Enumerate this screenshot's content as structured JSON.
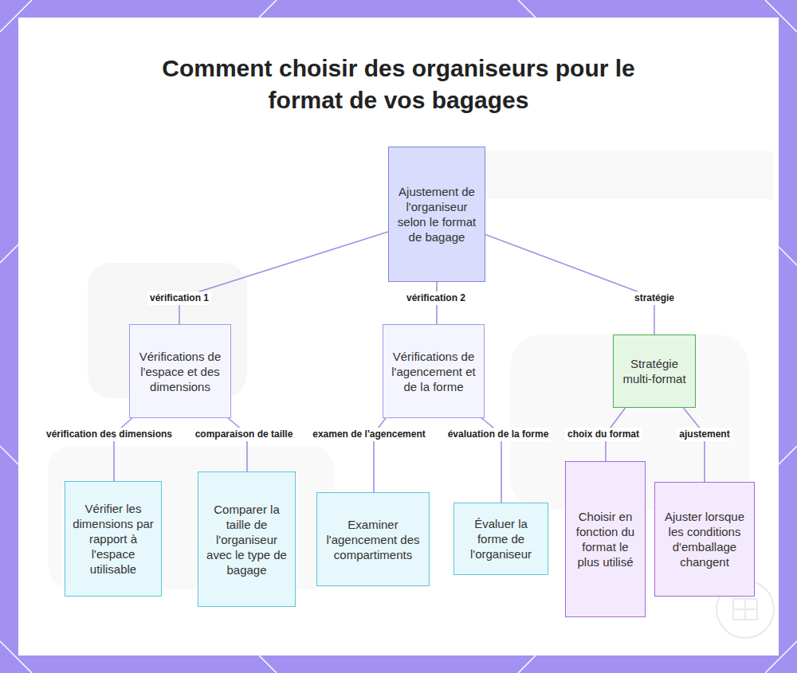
{
  "diagram": {
    "title": "Comment choisir des organiseurs pour le format de vos bagages",
    "nodes": [
      {
        "text": [
          "Ajustement de l'organiseur selon le format de bagage"
        ]
      },
      {
        "text": [
          "Vérifications de l'espace et des dimensions"
        ]
      },
      {
        "text": [
          "Vérifications de l'agencement et de la forme"
        ]
      },
      {
        "text": [
          "Stratégie multi-format"
        ]
      },
      {
        "text": [
          "Vérifier les dimensions par rapport à l'espace utilisable"
        ]
      },
      {
        "text": [
          "Comparer la taille de l'organiseur avec le type de bagage"
        ]
      },
      {
        "text": [
          "Examiner l'agencement des compartiments"
        ]
      },
      {
        "text": [
          "Évaluer la forme de l'organiseur"
        ]
      },
      {
        "text": [
          "Choisir en fonction du format le plus utilisé"
        ]
      },
      {
        "text": [
          "Ajuster lorsque les conditions d'emballage changent"
        ]
      }
    ],
    "edges": [
      {
        "from": 0,
        "to": 1,
        "label": "vérification 1",
        "arrow": "none"
      },
      {
        "from": 0,
        "to": 2,
        "label": "vérification 2",
        "arrow": "none"
      },
      {
        "from": 0,
        "to": 3,
        "label": "stratégie",
        "arrow": "none"
      },
      {
        "from": 1,
        "to": 4,
        "label": "vérification des dimensions",
        "arrow": "none"
      },
      {
        "from": 1,
        "to": 5,
        "label": "comparaison de taille",
        "arrow": "none"
      },
      {
        "from": 2,
        "to": 6,
        "label": "examen de l'agencement",
        "arrow": "none"
      },
      {
        "from": 2,
        "to": 7,
        "label": "évaluation de la forme",
        "arrow": "none"
      },
      {
        "from": 3,
        "to": 8,
        "label": "choix du format",
        "arrow": "none"
      },
      {
        "from": 3,
        "to": 9,
        "label": "ajustement",
        "arrow": "none"
      }
    ]
  }
}
